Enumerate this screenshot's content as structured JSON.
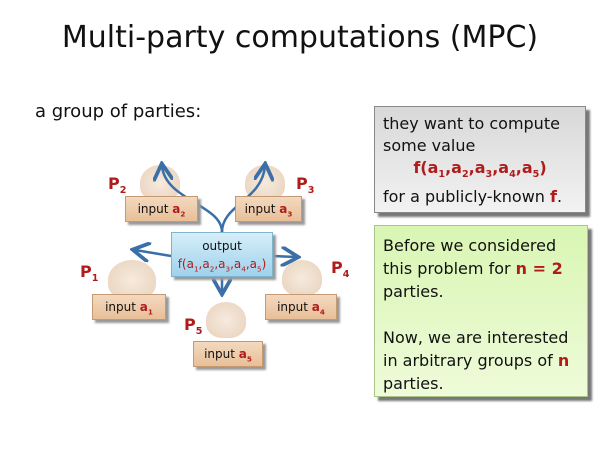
{
  "title": "Multi-party computations (MPC)",
  "subtitle": "a group of parties:",
  "diagram": {
    "parties": [
      {
        "label": "P",
        "sub": "1",
        "input": "input ",
        "var": "a",
        "vsub": "1"
      },
      {
        "label": "P",
        "sub": "2",
        "input": "input ",
        "var": "a",
        "vsub": "2"
      },
      {
        "label": "P",
        "sub": "3",
        "input": "input ",
        "var": "a",
        "vsub": "3"
      },
      {
        "label": "P",
        "sub": "4",
        "input": "input ",
        "var": "a",
        "vsub": "4"
      },
      {
        "label": "P",
        "sub": "5",
        "input": "input ",
        "var": "a",
        "vsub": "5"
      }
    ],
    "output_label": "output",
    "func": {
      "f": "f(",
      "a": "a",
      "subs": [
        "1",
        "2",
        "3",
        "4",
        "5"
      ],
      "comma": ",",
      "close": ")"
    }
  },
  "gray_box": {
    "line1": "they want to compute",
    "line2": "some value",
    "line4a": "for a publicly-known ",
    "line4b": "f",
    "line4c": "."
  },
  "green_box": {
    "p1a": "Before we considered",
    "p1b": "this problem for ",
    "p1n": "n = 2",
    "p1c": "parties.",
    "p2a": "Now, we are interested",
    "p2b": "in arbitrary groups of ",
    "p2n": "n",
    "p2c": "parties."
  },
  "colors": {
    "accent": "#b01c1c",
    "arrow": "#3a6fa8"
  }
}
